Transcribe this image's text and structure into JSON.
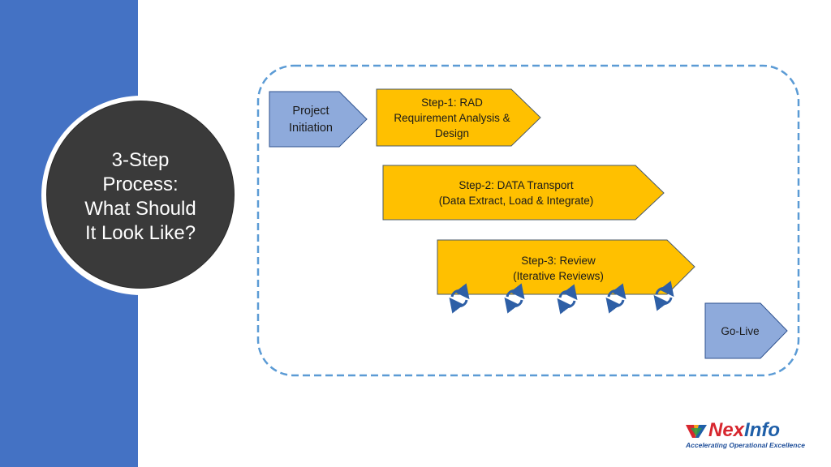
{
  "slide": {
    "title": "3-Step Process: What Should It Look Like?"
  },
  "process": {
    "initiation": [
      "Project",
      "Initiation"
    ],
    "step1": [
      "Step-1: RAD",
      "Requirement  Analysis &",
      "Design"
    ],
    "step2": [
      "Step-2: DATA Transport",
      "(Data Extract, Load & Integrate)"
    ],
    "step3": [
      "Step-3: Review",
      "(Iterative Reviews)"
    ],
    "golive": [
      "Go-Live"
    ]
  },
  "logo": {
    "brand_part1": "Nex",
    "brand_part2": "Info",
    "tagline": "Accelerating Operational Excellence"
  },
  "colors": {
    "sidebar": "#4472c4",
    "title_circle": "#3a3a3a",
    "blue_arrow": "#8eaadb",
    "yellow_arrow": "#ffc000",
    "dashed_border": "#5b9bd5"
  }
}
